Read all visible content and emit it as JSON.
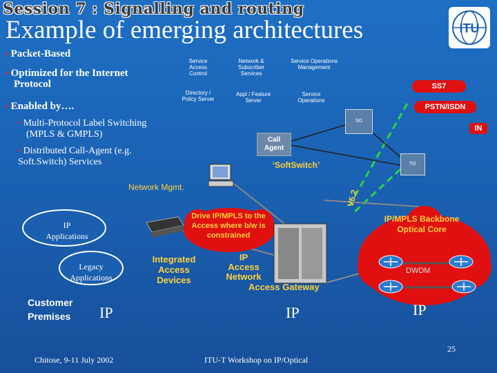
{
  "header": {
    "session": "Session 7 : Signalling and routing",
    "title": "Example of emerging architectures",
    "logo": "ITU"
  },
  "bullets": {
    "b1": "Packet-Based",
    "b2_line1": "Optimized for the Internet",
    "b2_line2": "Protocol",
    "b3": "Enabled by….",
    "b4_line1": "Multi-Protocol Label Switching",
    "b4_line2": "(MPLS & GMPLS)",
    "b5_line1": "Distributed Call-Agent (e.g.",
    "b5_line2": "Soft.Switch) Services"
  },
  "services": {
    "access_control": "Service Access Control",
    "network_subscriber": "Network & Subscriber Services",
    "operations_mgmt": "Service Operations Management",
    "directory": "Directory / Policy Server",
    "appl_feature": "Appl / Feature Server",
    "service_operations": "Service Operations"
  },
  "right_net": {
    "ss7": "SS7",
    "pstn": "PSTN/ISDN",
    "in": "IN",
    "sg": "SG",
    "tg": "TG"
  },
  "call_agent": {
    "label_line1": "Call",
    "label_line2": "Agent",
    "softswitch": "‘SoftSwitch’"
  },
  "labels": {
    "network_mgmt": "Network Mgmt.",
    "v52": "V5.2",
    "drive": "Drive IP/MPLS to the Access where b/w is constrained",
    "integrated_line1": "Integrated",
    "integrated_line2": "Access",
    "integrated_line3": "Devices",
    "ip_access_line1": "IP",
    "ip_access_line2": "Access",
    "ip_access_line3": "Network",
    "access_gateway": "Access Gateway",
    "backbone": "IP/MPLS Backbone Optical Core",
    "dwdm": "DWDM",
    "ip_apps_line1": "IP",
    "ip_apps_line2": "Applications",
    "legacy_line1": "Legacy",
    "legacy_line2": "Applications",
    "customer_line1": "Customer",
    "customer_line2": "Premises",
    "ip1": "IP",
    "ip2": "IP",
    "ip3": "IP"
  },
  "footer": {
    "left": "Chitose, 9-11 July 2002",
    "center": "ITU-T Workshop on IP/Optical",
    "page": "25"
  },
  "colors": {
    "background": "#1a5fb0",
    "accent_yellow": "#ffd23a",
    "accent_red": "#e01010",
    "link_green": "#2ed14a"
  }
}
